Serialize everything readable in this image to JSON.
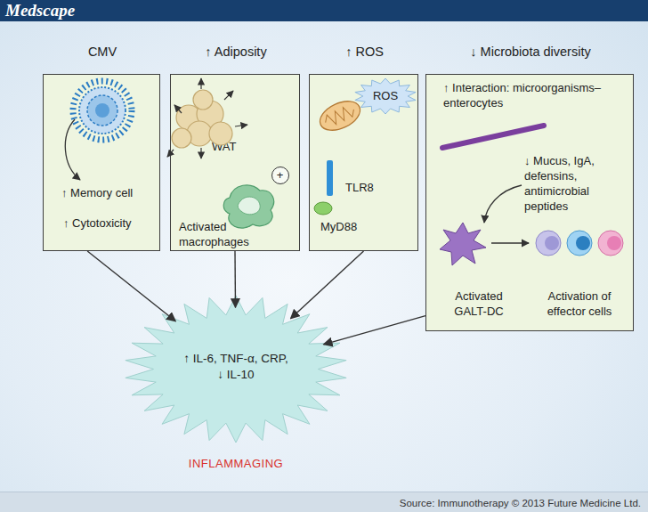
{
  "diagram": {
    "caption": "Source: Immunotherapy © 2013 Future Medicine Ltd.",
    "nodes": [
      {
        "text": [
          "CMV",
          "↑ Memory cell",
          "↑ Cytotoxicity"
        ]
      },
      {
        "text": [
          "↑ Adiposity",
          "WAT",
          "Activated macrophages"
        ]
      },
      {
        "text": [
          "+"
        ],
        "in": 1
      },
      {
        "text": [
          "↑ ROS",
          "TLR8",
          "MyD88"
        ]
      },
      {
        "text": [
          "ROS"
        ],
        "in": 3
      },
      {
        "text": [
          "↓ Microbiota diversity",
          "↑ Interaction: microorganisms–enterocytes",
          "↓ Mucus, IgA, defensins, antimicrobial peptides",
          "Activated GALT-DC",
          "Activation of effector cells"
        ]
      },
      {
        "text": [
          "↑ IL-6, TNF-α, CRP, ↓ IL-10",
          "INFLAMMAGING"
        ]
      }
    ],
    "edges": [
      {
        "from": 0,
        "to": 6,
        "arrow": "to"
      },
      {
        "from": 1,
        "to": 6,
        "arrow": "to"
      },
      {
        "from": 3,
        "to": 6,
        "arrow": "to"
      },
      {
        "from": 5,
        "to": 6,
        "arrow": "to"
      }
    ],
    "labels": [
      "Medscape"
    ]
  }
}
